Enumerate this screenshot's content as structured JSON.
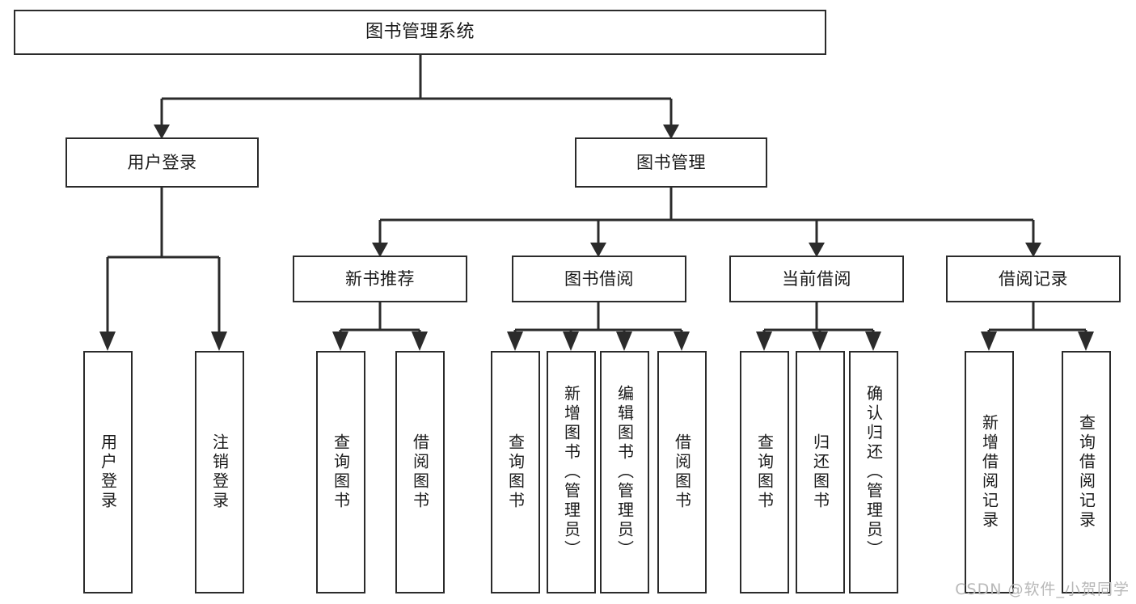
{
  "diagram": {
    "title": "图书管理系统",
    "type": "tree-hierarchy-chart",
    "watermark": "CSDN @软件_小贺同学",
    "colors": {
      "stroke": "#2b2b2b",
      "fill": "#ffffff",
      "text": "#1a1a1a",
      "watermark": "#b8b8b8"
    },
    "levels": {
      "root_label": "图书管理系统",
      "level2": [
        {
          "id": "user-login",
          "label": "用户登录"
        },
        {
          "id": "book-management",
          "label": "图书管理"
        }
      ],
      "level3": [
        {
          "id": "new-book-recommend",
          "label": "新书推荐"
        },
        {
          "id": "book-borrow",
          "label": "图书借阅"
        },
        {
          "id": "current-borrow",
          "label": "当前借阅"
        },
        {
          "id": "borrow-record",
          "label": "借阅记录"
        }
      ],
      "leaves": {
        "user-login": [
          {
            "id": "leaf-user-login",
            "label": "用户登录"
          },
          {
            "id": "leaf-user-logout",
            "label": "注销登录"
          }
        ],
        "new-book-recommend": [
          {
            "id": "leaf-query-book-1",
            "label": "查询图书"
          },
          {
            "id": "leaf-borrow-book-1",
            "label": "借阅图书"
          }
        ],
        "book-borrow": [
          {
            "id": "leaf-query-book-2",
            "label": "查询图书"
          },
          {
            "id": "leaf-add-book",
            "label": "新增图书（管理员）"
          },
          {
            "id": "leaf-edit-book",
            "label": "编辑图书（管理员）"
          },
          {
            "id": "leaf-borrow-book-2",
            "label": "借阅图书"
          }
        ],
        "current-borrow": [
          {
            "id": "leaf-query-book-3",
            "label": "查询图书"
          },
          {
            "id": "leaf-return-book",
            "label": "归还图书"
          },
          {
            "id": "leaf-confirm-return",
            "label": "确认归还（管理员）"
          }
        ],
        "borrow-record": [
          {
            "id": "leaf-add-record",
            "label": "新增借阅记录"
          },
          {
            "id": "leaf-query-record",
            "label": "查询借阅记录"
          }
        ]
      }
    }
  }
}
